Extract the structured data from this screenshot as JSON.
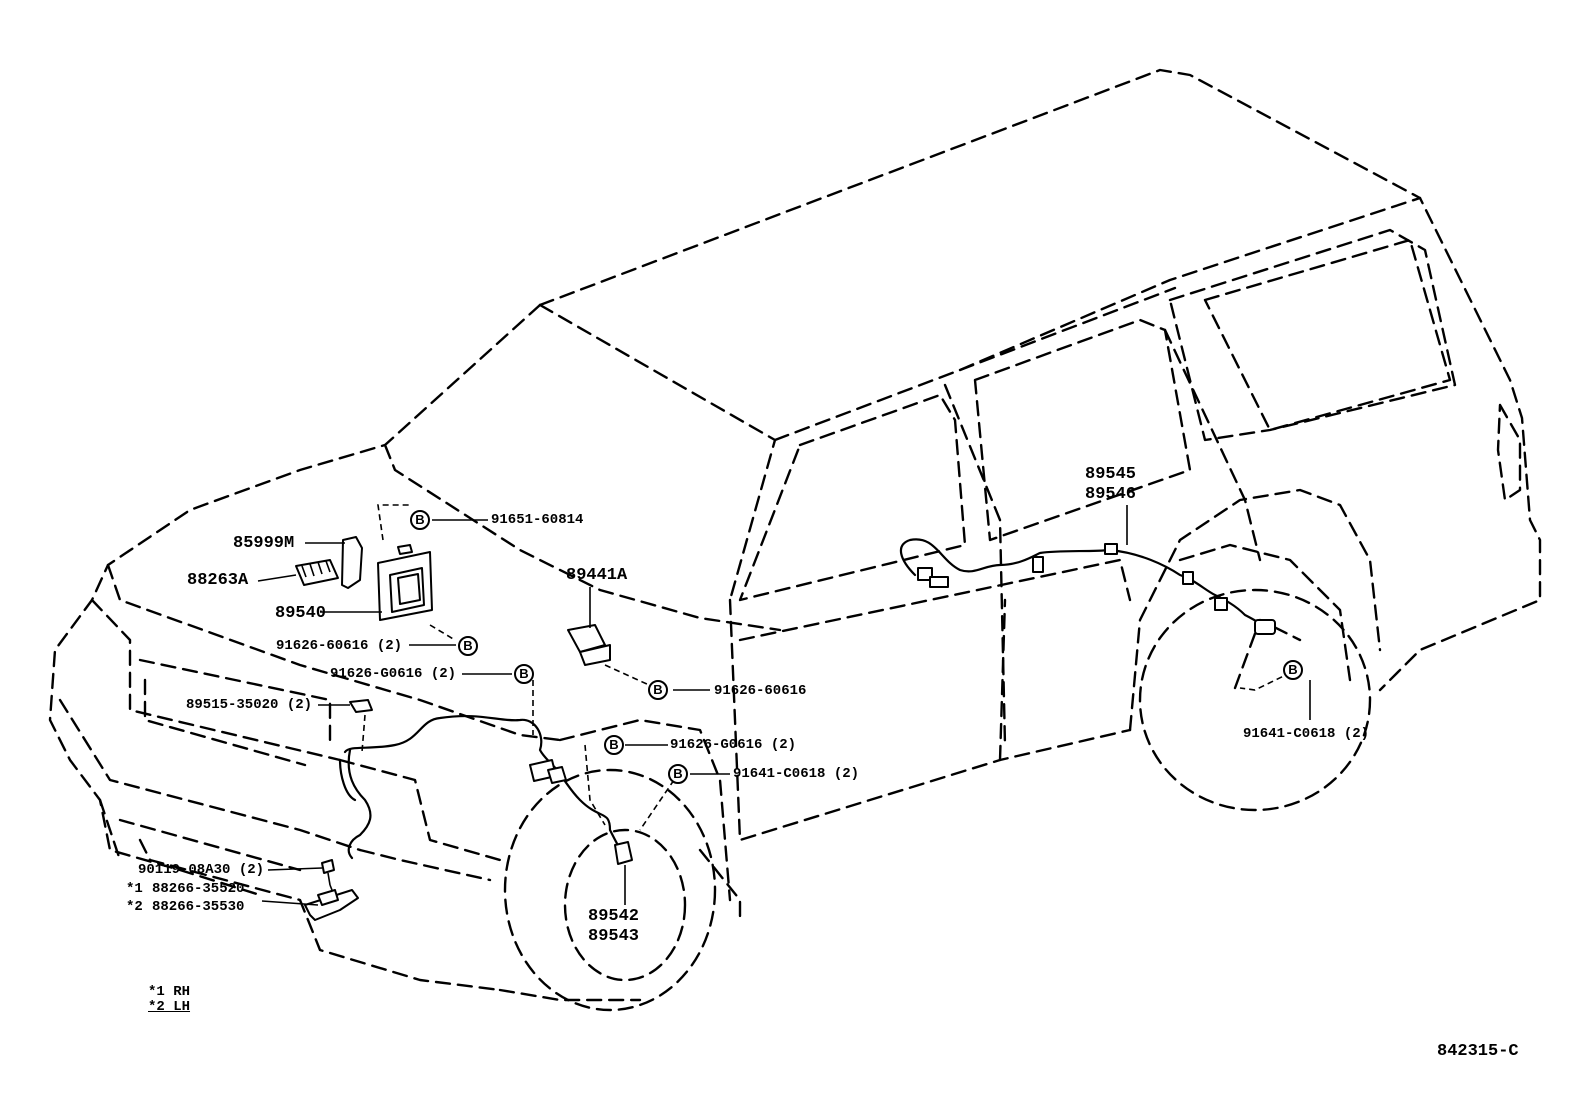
{
  "labels": {
    "p91651": "91651-60814",
    "p85999m": "85999M",
    "p88263a": "88263A",
    "p89540": "89540",
    "p91626_60616_2": "91626-60616 (2)",
    "p91626_g0616_2_left": "91626-G0616 (2)",
    "p89441a": "89441A",
    "p91626_60616": "91626-60616",
    "p89515": "89515-35020 (2)",
    "p91626_g0616_2_mid": "91626-G0616 (2)",
    "p91641_c0618_front": "91641-C0618 (2)",
    "p90119": "90119-08A30 (2)",
    "p88266_35520": "88266-35520",
    "p88266_35530": "88266-35530",
    "p89542": "89542",
    "p89543": "89543",
    "p89545": "89545",
    "p89546": "89546",
    "p91641_c0618_rear": "91641-C0618 (2)",
    "mark1": "*1",
    "mark2": "*2"
  },
  "bolt_symbol": "B",
  "legend": {
    "rh": "*1 RH",
    "lh": "*2 LH"
  },
  "diagram_id": "842315-C"
}
